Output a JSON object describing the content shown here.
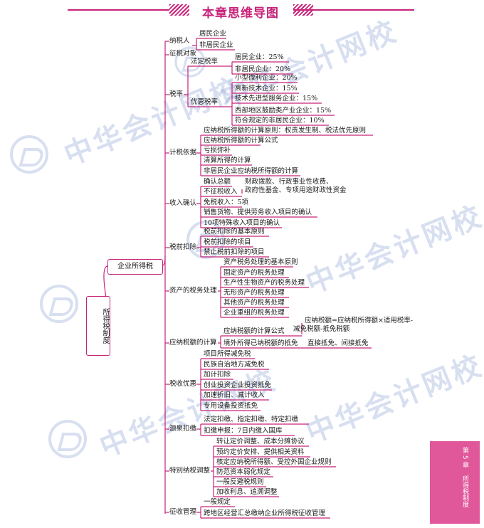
{
  "header": {
    "title": "本章思维导图"
  },
  "watermark": {
    "text": "中华会计网校"
  },
  "side_tab": {
    "chapter": "第 5 章",
    "subject": "所得税制度"
  },
  "root": {
    "label": "所得税制度"
  },
  "level1": {
    "label": "企业所得税"
  },
  "branches": [
    {
      "label": "纳税人",
      "items": [
        "居民企业",
        "非居民企业"
      ]
    },
    {
      "label": "征税对象",
      "items": []
    },
    {
      "label": "税率",
      "groups": [
        {
          "label": "法定税率",
          "items": [
            "居民企业：25%",
            "非居民企业：20%"
          ]
        },
        {
          "label": "优惠税率",
          "items": [
            "小型微利企业：20%",
            "高新技术企业：15%",
            "技术先进型服务企业：15%",
            "西部地区鼓励类产业企业：15%",
            "符合规定的非居民企业：10%"
          ]
        }
      ]
    },
    {
      "label": "计税依据",
      "items": [
        "应纳税所得额的计算原则：权责发生制、税法优先原则",
        "应纳税所得额的计算公式",
        "亏损弥补",
        "清算所得的计算",
        "非居民企业应纳税所得额的计算"
      ]
    },
    {
      "label": "收入确认",
      "items": [
        "确认总额",
        "不征税收入",
        "免税收入：5项",
        "销售货物、提供劳务收入项目的确认",
        "10项特殊收入项目的确认"
      ],
      "sub": [
        "财政拨款、行政事业性收费、",
        "政府性基金、专项用途财政性资金"
      ]
    },
    {
      "label": "税前扣除",
      "items": [
        "税前扣除的基本原则",
        "税前扣除的项目",
        "禁止税前扣除的项目"
      ]
    },
    {
      "label": "资产的税务处理",
      "items": [
        "资产税务处理的基本原则",
        "固定资产的税务处理",
        "生产性生物资产的税务处理",
        "无形资产的税务处理",
        "其他资产的税务处理",
        "企业重组的税务处理"
      ]
    },
    {
      "label": "应纳税额的计算",
      "items": [
        "应纳税额的计算公式",
        "境外所得已纳税额的抵免"
      ],
      "formula": [
        "应纳税额=应纳税所得额×适用税率-",
        "减免税额-抵免税额"
      ],
      "credit": "直接抵免、间接抵免"
    },
    {
      "label": "税收优惠",
      "items": [
        "项目所得减免税",
        "民族自治地方减免税",
        "加计扣除",
        "创业投资企业投资抵免",
        "加速折旧、减计收入",
        "专用设备投资抵免"
      ]
    },
    {
      "label": "源泉扣缴",
      "items": [
        "法定扣缴、指定扣缴、特定扣缴",
        "扣缴申报：7日内缴入国库"
      ]
    },
    {
      "label": "特别纳税调整",
      "items": [
        "转让定价调整、成本分摊协议",
        "预约定价安排、提供相关资料",
        "核定应纳税所得额、受控外国企业规则",
        "防范资本弱化规定",
        "一般反避税规则",
        "加收利息、追溯调整"
      ]
    },
    {
      "label": "征收管理",
      "items": [
        "一般规定",
        "跨地区经营汇总缴纳企业所得税征收管理"
      ]
    }
  ]
}
